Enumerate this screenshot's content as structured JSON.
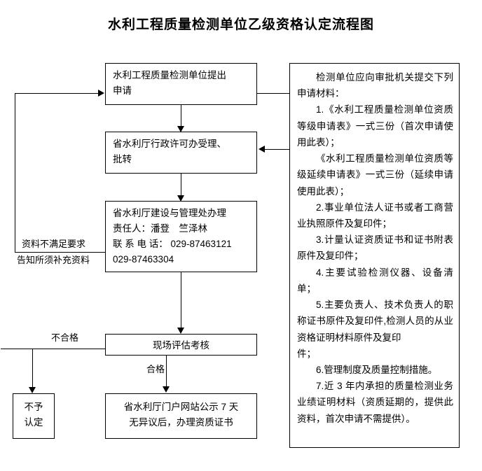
{
  "title": "水利工程质量检测单位乙级资格认定流程图",
  "nodes": {
    "apply": {
      "lines": [
        "水利工程质量检测单位提出",
        "申请"
      ]
    },
    "accept": {
      "lines": [
        "省水利厅行政许可办受理、",
        "批转"
      ]
    },
    "handle": {
      "lines": [
        "省水利厅建设与管理处办理",
        "责任人：潘登　竺泽林",
        "联 系 电 话： 029-87463121",
        "029-87463304"
      ]
    },
    "assess": {
      "lines": [
        "现场评估考核"
      ]
    },
    "reject": {
      "lines": [
        "不予",
        "认定"
      ]
    },
    "publicize": {
      "lines": [
        "省水利厅门户网站公示 7 天",
        "无异议后，办理资质证书"
      ]
    }
  },
  "edge_labels": {
    "return_line1": "资料不满足要求",
    "return_line2": "告知所须补充资料",
    "fail": "不合格",
    "pass": "合格"
  },
  "materials_panel": {
    "paragraphs": [
      "检测单位应向审批机关提交下列申请材料：",
      "1.《水利工程质量检测单位资质等级申请表》一式三份（首次申请使用此表）；",
      "《水利工程质量检测单位资质等级延续申请表》一式三份（延续申请使用此表）；",
      "2.事业单位法人证书或者工商营业执照原件及复印件；",
      "3.计量认证资质证书和证书附表原件及复印件；",
      "4.主要试验检测仪器、设备清单；",
      "5.主要负责人、技术负责人的职称证书原件及复印件,检测人员的从业资格证明材料原件及复印",
      "件；",
      "6.管理制度及质量控制措施。",
      "7.近 3 年内承担的质量检测业务业绩证明材料（资质延期的，提供此资料，首次申请不需提供）。"
    ]
  },
  "colors": {
    "stroke": "#000000",
    "background": "#ffffff",
    "text": "#000000"
  }
}
